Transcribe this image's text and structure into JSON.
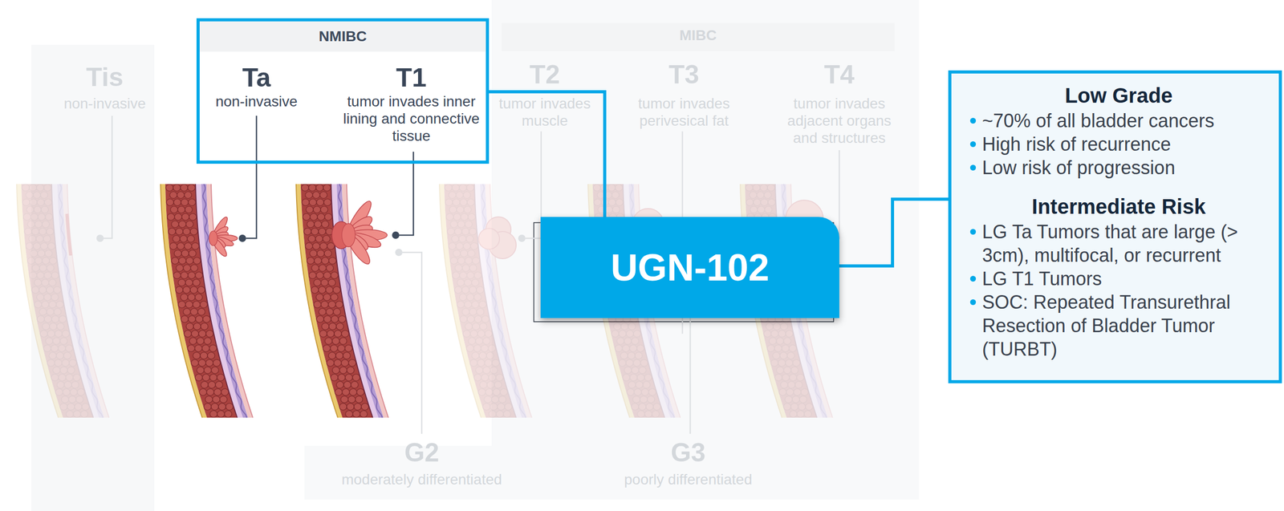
{
  "diagram": {
    "nodes": [
      {
        "text": [
          "NMIBC"
        ]
      },
      {
        "text": [
          "Ta",
          "non-invasive"
        ],
        "in": 0
      },
      {
        "text": [
          "T1",
          "tumor invades inner lining and connective tissue"
        ],
        "in": 0
      },
      {
        "text": [
          "UGN-102"
        ]
      },
      {
        "text": [
          "Low Grade",
          "~70% of all bladder cancers",
          "High risk of recurrence",
          "Low risk of progression",
          "Intermediate Risk",
          "LG Ta Tumors that are large (> 3cm), multifocal, or recurrent",
          "LG T1 Tumors",
          "SOC: Repeated Transurethral Resection of Bladder Tumor (TURBT)"
        ]
      }
    ],
    "edges": [
      {
        "from": 0,
        "to": 3,
        "arrow": "none"
      },
      {
        "from": 3,
        "to": 4,
        "arrow": "none"
      }
    ],
    "labels": [
      "Tis",
      "non-invasive",
      "MIBC",
      "T2",
      "tumor invades muscle",
      "T3",
      "tumor invades perivesical fat",
      "T4",
      "tumor invades adjacent organs and structures",
      "G2",
      "moderately differentiated",
      "G3",
      "poorly differentiated"
    ]
  }
}
